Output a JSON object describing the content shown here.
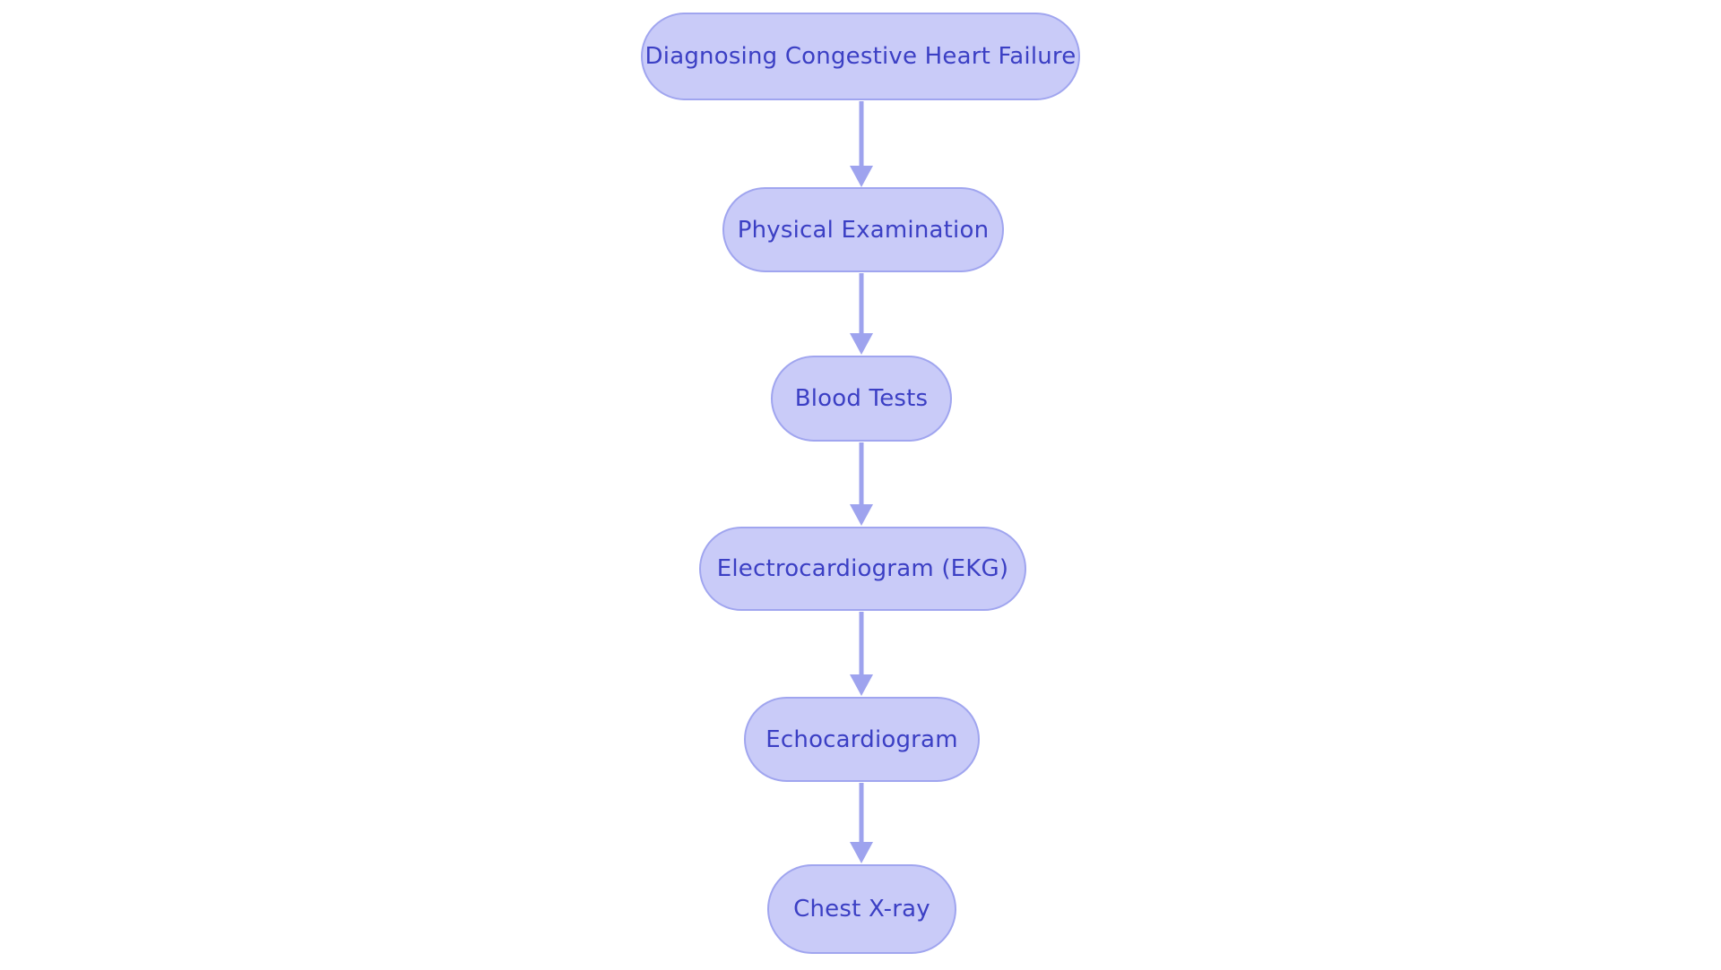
{
  "flowchart": {
    "title": "Diagnosing Congestive Heart Failure",
    "nodes": [
      {
        "id": "diagnosing-congestive-heart-failure",
        "label": "Diagnosing Congestive Heart Failure"
      },
      {
        "id": "physical-examination",
        "label": "Physical Examination"
      },
      {
        "id": "blood-tests",
        "label": "Blood Tests"
      },
      {
        "id": "electrocardiogram-ekg",
        "label": "Electrocardiogram (EKG)"
      },
      {
        "id": "echocardiogram",
        "label": "Echocardiogram"
      },
      {
        "id": "chest-x-ray",
        "label": "Chest X-ray"
      }
    ],
    "edges": [
      {
        "from": "diagnosing-congestive-heart-failure",
        "to": "physical-examination"
      },
      {
        "from": "physical-examination",
        "to": "blood-tests"
      },
      {
        "from": "blood-tests",
        "to": "electrocardiogram-ekg"
      },
      {
        "from": "electrocardiogram-ekg",
        "to": "echocardiogram"
      },
      {
        "from": "echocardiogram",
        "to": "chest-x-ray"
      }
    ],
    "colors": {
      "background": "#ffffff",
      "node_fill": "#c9cbf8",
      "node_border": "#a0a5ef",
      "node_text": "#3b3fc4",
      "arrow": "#9ea3ee"
    }
  }
}
